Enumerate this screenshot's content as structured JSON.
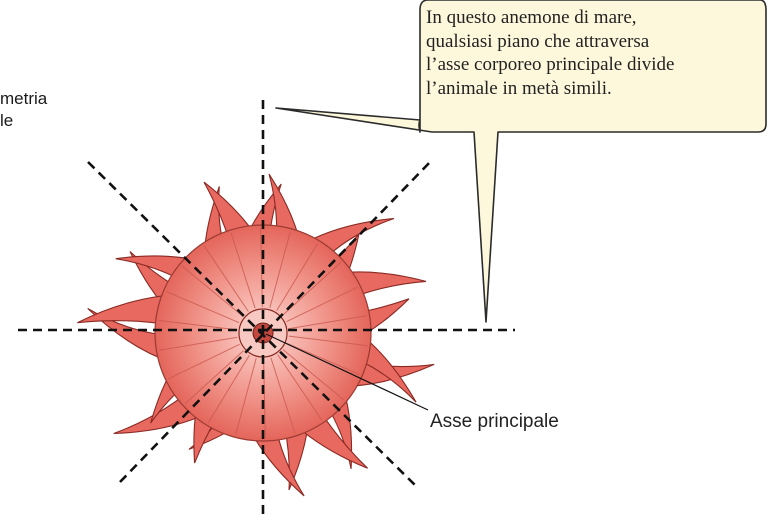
{
  "diagram": {
    "side_label": "metria\nle",
    "callout": {
      "lines": [
        "In questo anemone di mare,",
        "qualsiasi piano che attraversa",
        "l’asse corporeo principale divide",
        "l’animale in metà simili."
      ],
      "fill_color": "#fdf8dc"
    },
    "axis_label": "Asse principale",
    "anemone_colors": {
      "outer": "#e8695f",
      "inner": "#f6c2bb",
      "outline": "#8a2a24"
    },
    "symmetry_line_count": 4
  }
}
